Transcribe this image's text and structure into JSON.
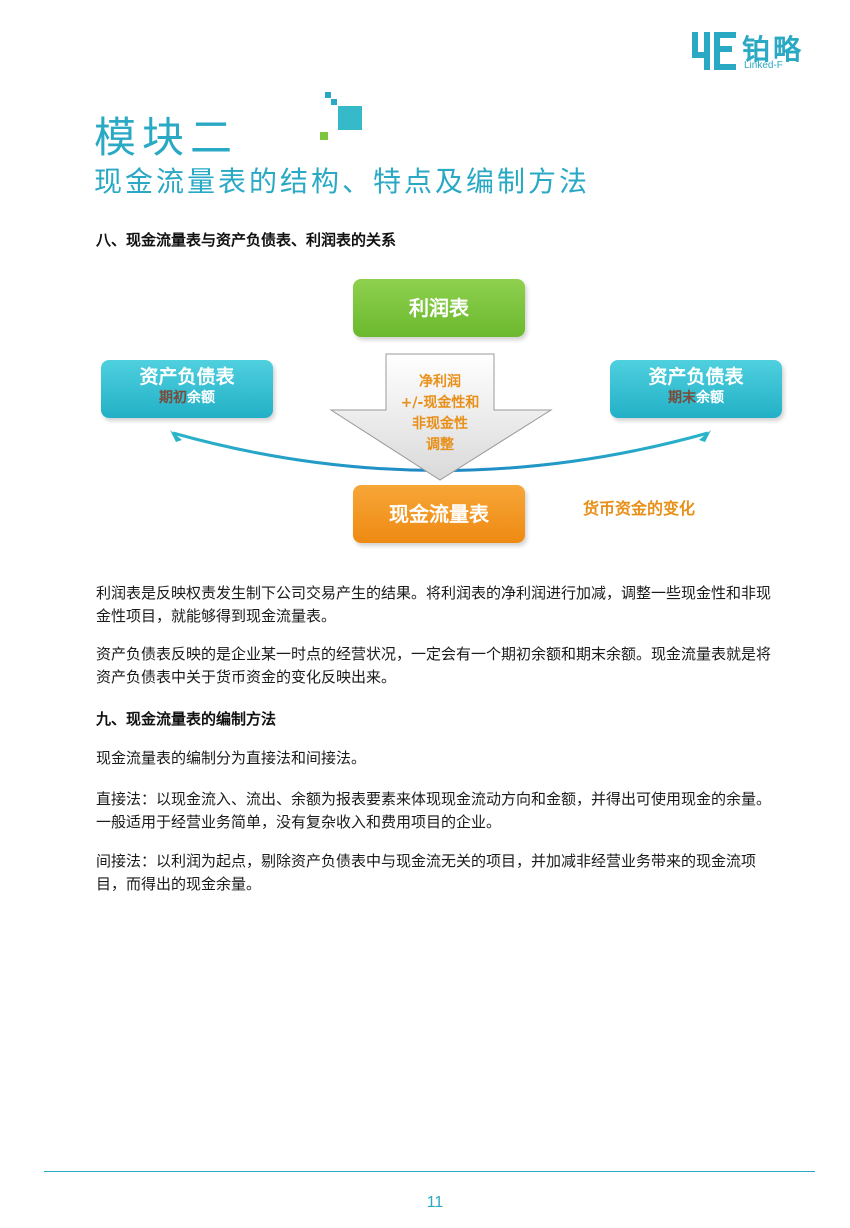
{
  "logo": {
    "cn_text": "铂略",
    "en_text": "Linked-F",
    "color": "#2aa9c4"
  },
  "header": {
    "module_title": "模块二",
    "module_subtitle": "现金流量表的结构、特点及编制方法"
  },
  "section8": {
    "heading": "八、现金流量表与资产负债表、利润表的关系"
  },
  "diagram": {
    "income_statement": "利润表",
    "cash_flow_statement": "现金流量表",
    "balance_left": {
      "title": "资产负债表",
      "sub_dim": "期初",
      "sub": "余额"
    },
    "balance_right": {
      "title": "资产负债表",
      "sub_dim": "期末",
      "sub": "余额"
    },
    "arrow_lines": [
      "净利润",
      "+/-现金性和",
      "非现金性",
      "调整"
    ],
    "money_change": "货币资金的变化",
    "colors": {
      "green": "#7cc53c",
      "orange": "#f09a20",
      "teal": "#2ab4c9",
      "accent_text": "#e8901a"
    }
  },
  "paragraphs": {
    "p1": "利润表是反映权责发生制下公司交易产生的结果。将利润表的净利润进行加减，调整一些现金性和非现金性项目，就能够得到现金流量表。",
    "p2": "资产负债表反映的是企业某一时点的经营状况，一定会有一个期初余额和期末余额。现金流量表就是将资产负债表中关于货币资金的变化反映出来。",
    "p3": "现金流量表的编制分为直接法和间接法。",
    "p4": "直接法：以现金流入、流出、余额为报表要素来体现现金流动方向和金额，并得出可使用现金的余量。一般适用于经营业务简单，没有复杂收入和费用项目的企业。",
    "p5": "间接法：以利润为起点，剔除资产负债表中与现金流无关的项目，并加减非经营业务带来的现金流项目，而得出的现金余量。"
  },
  "section9": {
    "heading": "九、现金流量表的编制方法"
  },
  "footer": {
    "page_number": "11"
  }
}
